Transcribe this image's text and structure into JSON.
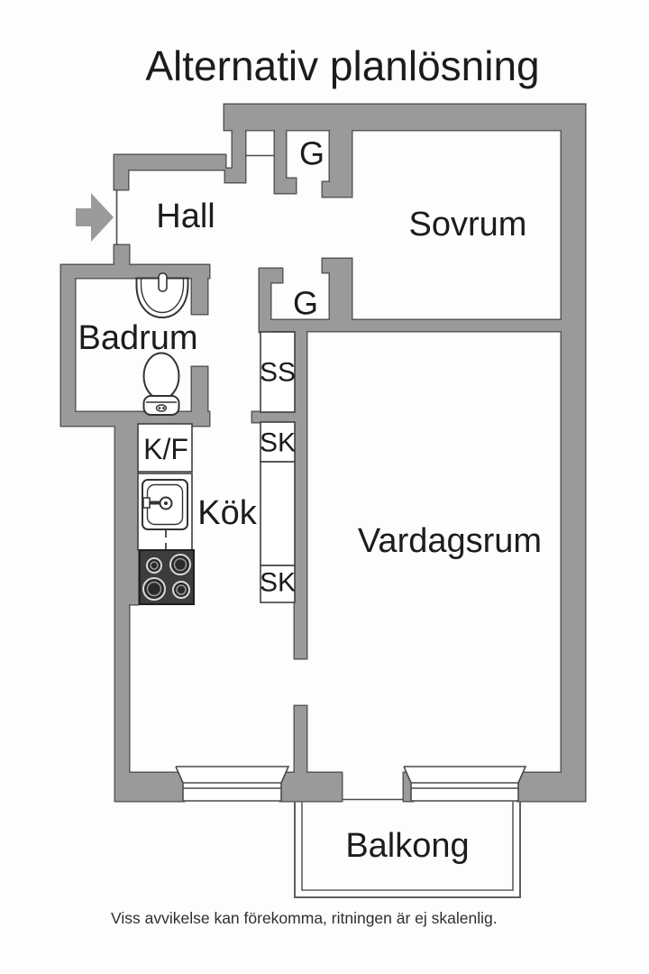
{
  "title": "Alternativ planlösning",
  "footer": {
    "disclaimer": "Viss avvikelse kan förekomma, ritningen är ej skalenlig."
  },
  "rooms": {
    "hall": {
      "label": "Hall"
    },
    "sovrum": {
      "label": "Sovrum"
    },
    "badrum": {
      "label": "Badrum"
    },
    "kok": {
      "label": "Kök"
    },
    "vardagsrum": {
      "label": "Vardagsrum"
    },
    "balkong": {
      "label": "Balkong"
    }
  },
  "storage": {
    "g1": {
      "label": "G"
    },
    "g2": {
      "label": "G"
    },
    "ss": {
      "label": "SS"
    },
    "sk1": {
      "label": "SK"
    },
    "sk2": {
      "label": "SK"
    },
    "kf": {
      "label": "K/F"
    }
  },
  "colors": {
    "wall_fill": "#9a9a9a",
    "wall_outline": "#58585a",
    "line": "#4a4a4a",
    "text": "#1c1c1c",
    "stove": "#3d3d3d",
    "background": "#fdfdfe"
  }
}
